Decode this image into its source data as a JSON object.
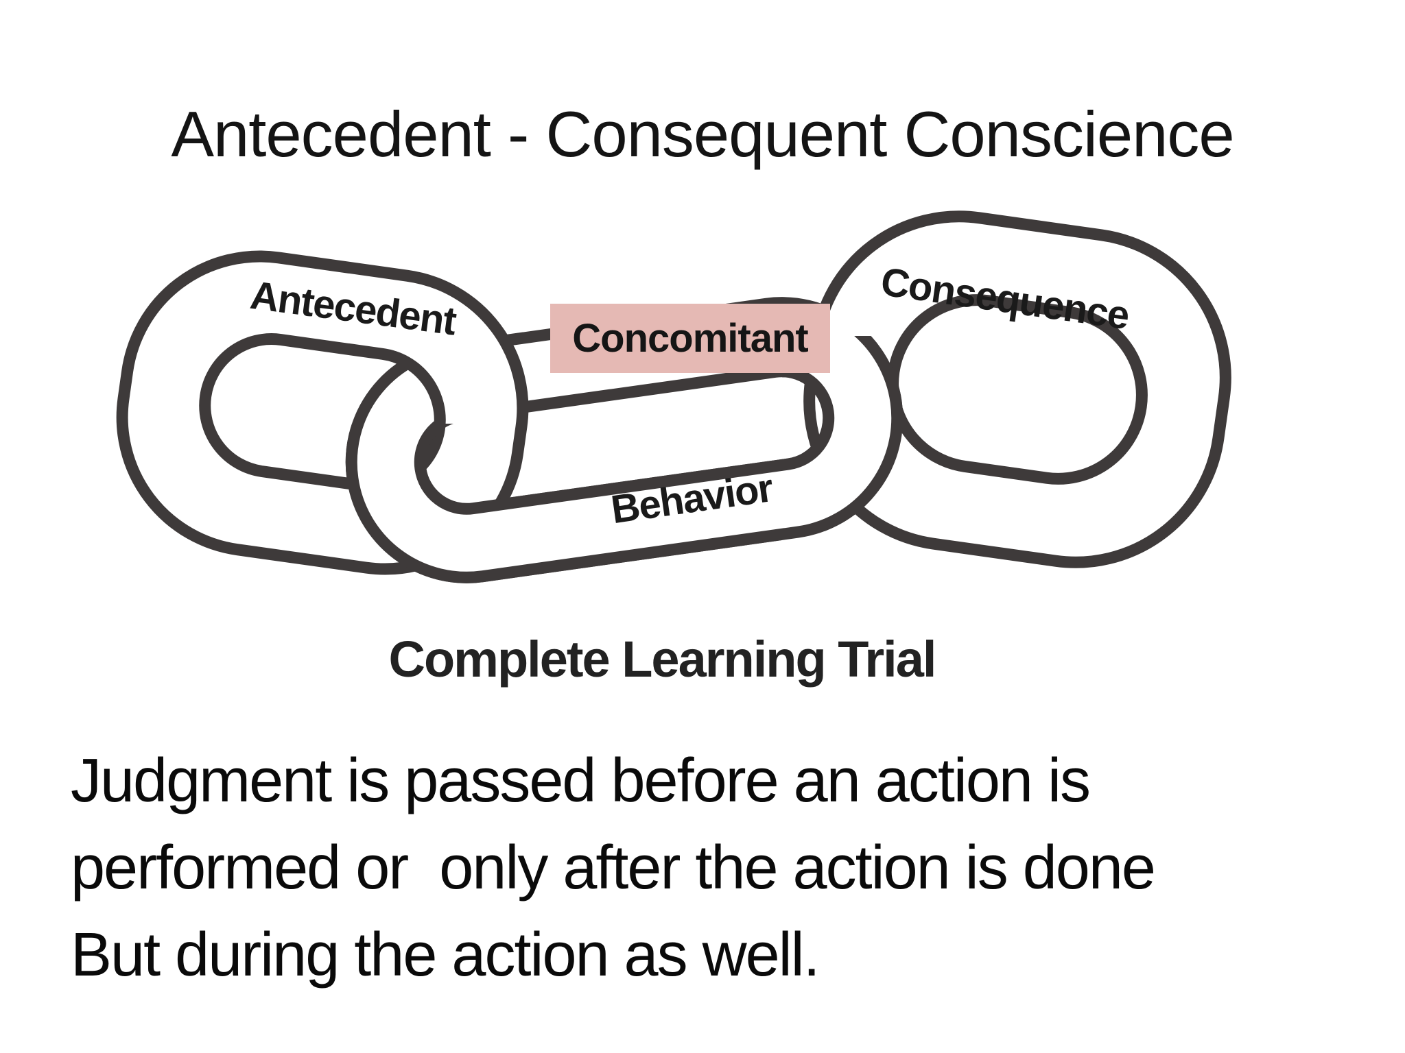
{
  "slide": {
    "title": "Antecedent - Consequent Conscience",
    "diagram": {
      "type": "chain-links",
      "links": [
        {
          "id": "left",
          "label": "Antecedent"
        },
        {
          "id": "middle",
          "label": "Behavior"
        },
        {
          "id": "right",
          "label": "Consequence"
        }
      ],
      "overlay_label": "Concomitant",
      "caption": "Complete Learning Trial",
      "colors": {
        "chain_outline": "#3e3a3a",
        "chain_fill": "#ffffff",
        "overlay_bg": "#e5b9b4",
        "label_text": "#1a1a1a"
      }
    },
    "body_lines": [
      "Judgment is passed before an action is",
      "performed or  only after the action is done",
      "But during the action as well."
    ]
  }
}
